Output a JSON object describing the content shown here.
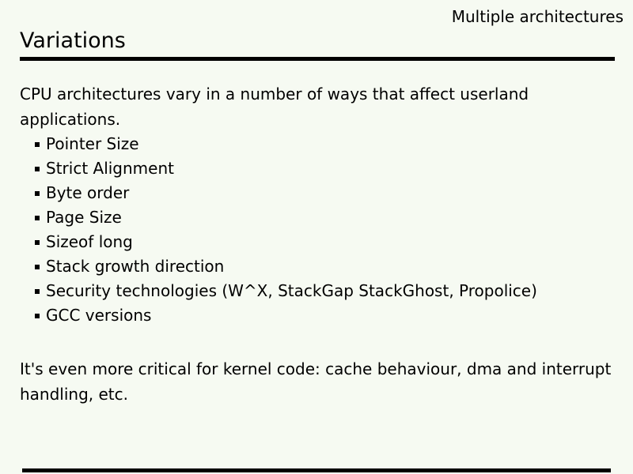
{
  "slide": {
    "header_label": "Multiple architectures",
    "title": "Variations",
    "intro": {
      "line1": "CPU architectures vary in a number of ways that affect userland",
      "line2": "applications."
    },
    "bullets": [
      "Pointer Size",
      "Strict Alignment",
      "Byte order",
      "Page Size",
      "Sizeof long",
      "Stack growth direction",
      "Security technologies (W^X, StackGap StackGhost, Propolice)",
      "GCC versions"
    ],
    "outro": {
      "line1": "It's even more critical for kernel code: cache behaviour, dma and interrupt",
      "line2": "handling, etc."
    },
    "colors": {
      "background": "#f6faf2",
      "text": "#000000",
      "rule": "#000000"
    }
  }
}
